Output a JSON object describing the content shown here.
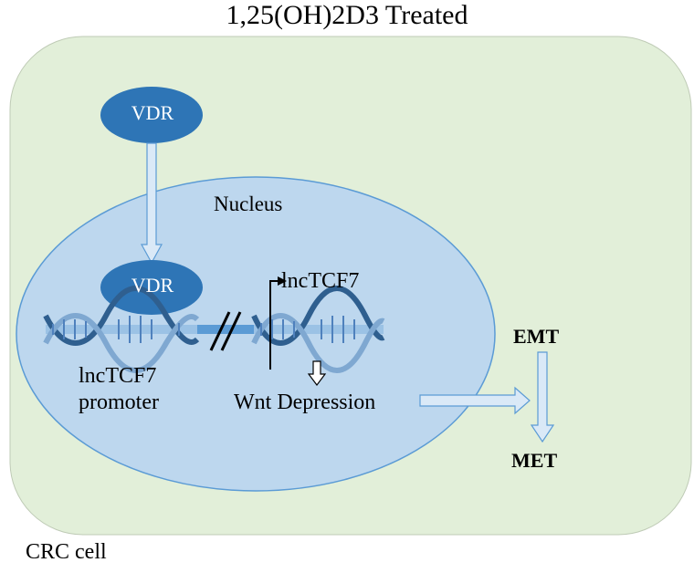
{
  "title": "1,25(OH)2D3 Treated",
  "cell_label": "CRC cell",
  "nucleus_label": "Nucleus",
  "vdr_cytoplasm_label": "VDR",
  "vdr_nuclear_label": "VDR",
  "tss_label": "lncTCF7",
  "promoter_label": "lncTCF7 promoter",
  "wnt_label": "Wnt Depression",
  "emt_label": "EMT",
  "met_label": "MET",
  "colors": {
    "cell_fill": "#e2efd9",
    "cell_stroke": "#bfcbb6",
    "nucleus_fill": "#bdd7ee",
    "nucleus_stroke": "#5b9bd5",
    "vdr_fill": "#2e75b6",
    "arrow_fill": "#dae9f7",
    "arrow_stroke": "#5b9bd5",
    "dna_dark": "#2f5f8f",
    "dna_light": "#7fa8d1"
  }
}
